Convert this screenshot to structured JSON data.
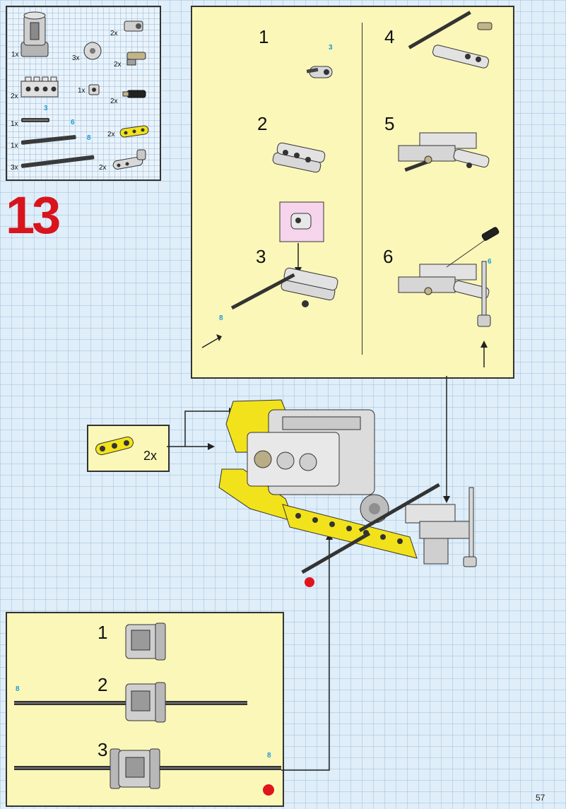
{
  "step": {
    "number": "13"
  },
  "parts": [
    {
      "qty": "1x",
      "icon": "gear-housing-icon"
    },
    {
      "qty": "3x",
      "icon": "wheel-hub-icon"
    },
    {
      "qty": "2x",
      "icon": "cross-block-icon"
    },
    {
      "qty": "2x",
      "icon": "connector-peg-icon"
    },
    {
      "qty": "2x",
      "icon": "beam-4-icon"
    },
    {
      "qty": "1x",
      "icon": "bush-icon"
    },
    {
      "qty": "2x",
      "icon": "long-peg-icon"
    },
    {
      "qty": "1x",
      "axle_len": "3",
      "icon": "axle-3-icon"
    },
    {
      "qty": "1x",
      "axle_len": "6",
      "icon": "axle-6-icon"
    },
    {
      "qty": "2x",
      "icon": "yellow-liftarm-icon"
    },
    {
      "qty": "3x",
      "axle_len": "8",
      "icon": "axle-8-icon"
    },
    {
      "qty": "2x",
      "icon": "crank-icon"
    }
  ],
  "top_box": {
    "substeps": [
      "1",
      "2",
      "3",
      "4",
      "5",
      "6"
    ],
    "labels": {
      "s1_axle": "3",
      "s3_axle": "8",
      "s6_axle": "6"
    }
  },
  "callout": {
    "qty": "2x"
  },
  "bottom_box": {
    "substeps": [
      "1",
      "2",
      "3"
    ],
    "labels": {
      "s2_axle": "8",
      "s3_axle": "8"
    }
  },
  "page_number": "57",
  "colors": {
    "step": "#d8141c",
    "axle_label": "#1a9ad6",
    "panel": "#fbf7b9",
    "marker": "#e0141c",
    "liftarm": "#f2e21c"
  }
}
